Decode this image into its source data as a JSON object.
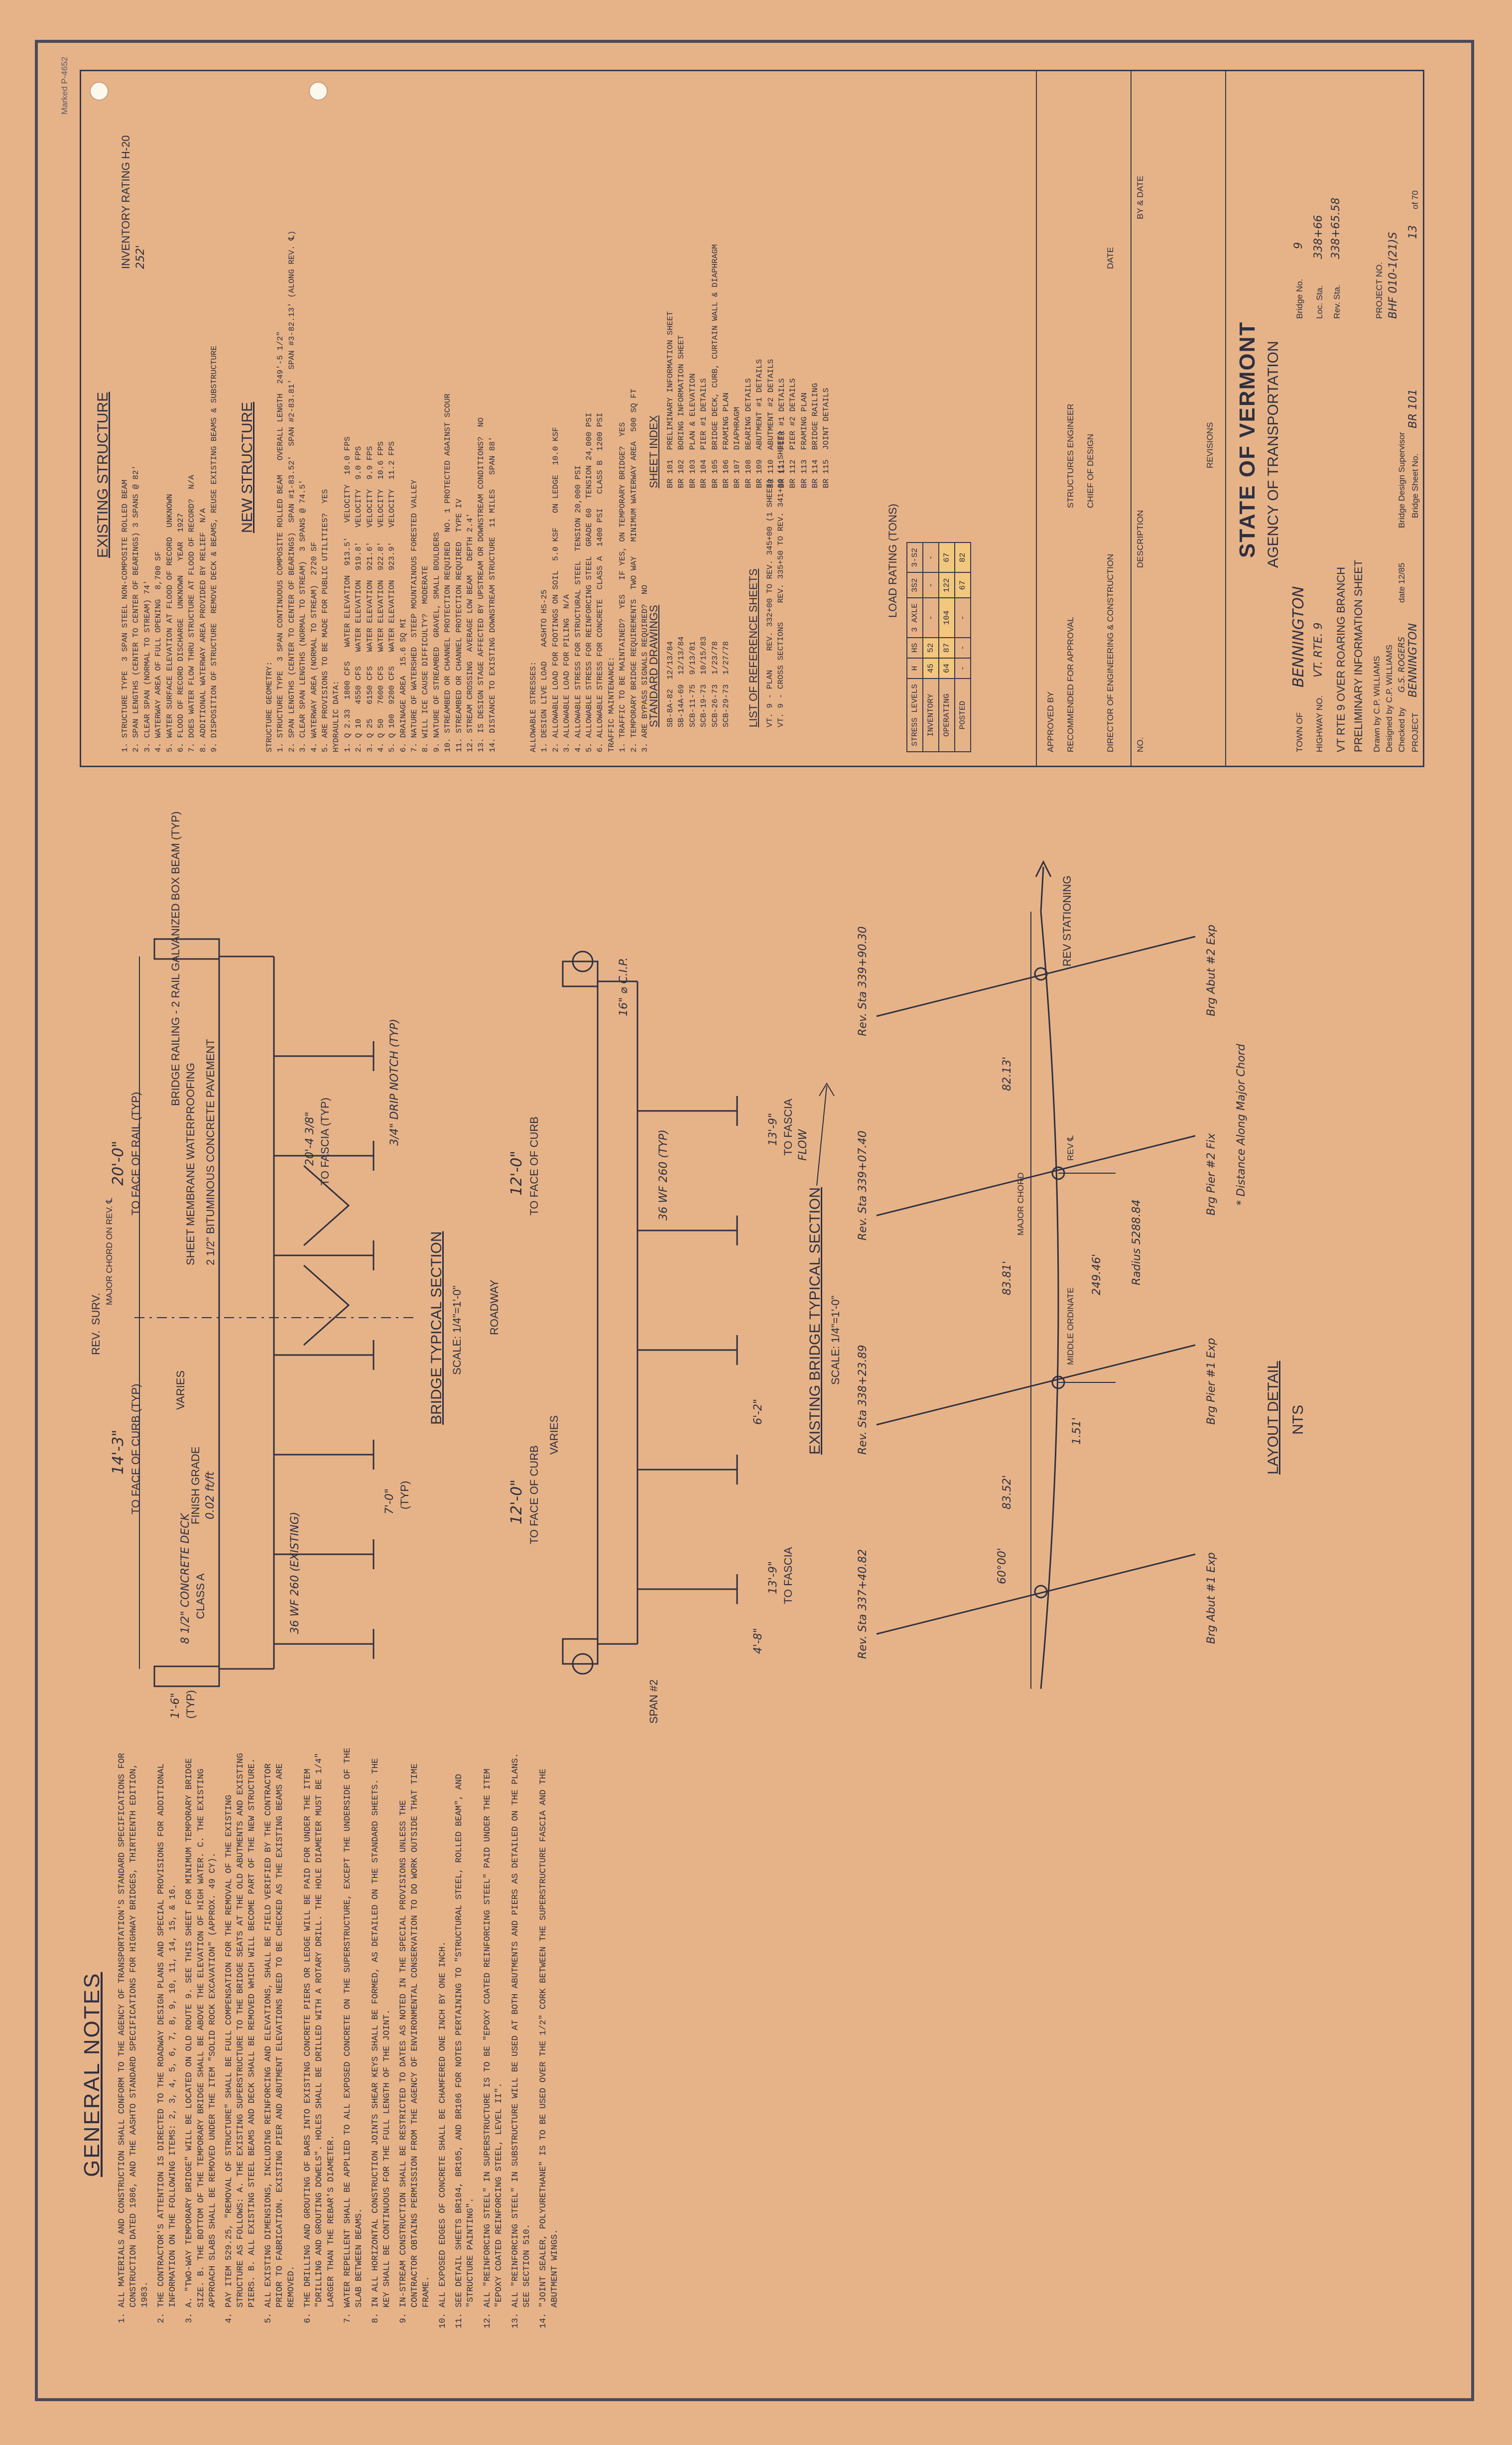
{
  "general_notes": {
    "title": "GENERAL NOTES",
    "items": [
      "ALL MATERIALS AND CONSTRUCTION SHALL CONFORM TO THE AGENCY OF TRANSPORTATION'S STANDARD SPECIFICATIONS FOR CONSTRUCTION DATED 1986, AND THE AASHTO STANDARD SPECIFICATIONS FOR HIGHWAY BRIDGES, THIRTEENTH EDITION, 1983.",
      "THE CONTRACTOR'S ATTENTION IS DIRECTED TO THE ROADWAY DESIGN PLANS AND SPECIAL PROVISIONS FOR ADDITIONAL INFORMATION ON THE FOLLOWING ITEMS: 2, 3, 4, 5, 6, 7, 8, 9, 10, 11, 14, 15, & 16.",
      "A. \"TWO-WAY TEMPORARY BRIDGE\" WILL BE LOCATED ON OLD ROUTE 9. SEE THIS SHEET FOR MINIMUM TEMPORARY BRIDGE SIZE. B. THE BOTTOM OF THE TEMPORARY BRIDGE SHALL BE ABOVE THE ELEVATION OF HIGH WATER. C. THE EXISTING APPROACH SLABS SHALL BE REMOVED UNDER THE ITEM \"SOLID ROCK EXCAVATION\" (APPROX. 49 CY).",
      "PAY ITEM 529.25, \"REMOVAL OF STRUCTURE\" SHALL BE FULL COMPENSATION FOR THE REMOVAL OF THE EXISTING STRUCTURE AS FOLLOWS: A. THE EXISTING SUPERSTRUCTURE TO THE BRIDGE SEATS AT THE OLD ABUTMENTS AND EXISTING PIERS. B. ALL EXISTING STEEL BEAMS AND DECK SHALL BE REMOVED WHICH WILL BECOME PART OF THE NEW STRUCTURE.",
      "ALL EXISTING DIMENSIONS, INCLUDING REINFORCING AND ELEVATIONS, SHALL BE FIELD VERIFIED BY THE CONTRACTOR PRIOR TO FABRICATION. EXISTING PIER AND ABUTMENT ELEVATIONS NEED TO BE CHECKED AS THE EXISTING BEAMS ARE REMOVED.",
      "THE DRILLING AND GROUTING OF BARS INTO EXISTING CONCRETE PIERS OR LEDGE WILL BE PAID FOR UNDER THE ITEM \"DRILLING AND GROUTING DOWELS\". HOLES SHALL BE DRILLED WITH A ROTARY DRILL. THE HOLE DIAMETER MUST BE 1/4\" LARGER THAN THE REBAR'S DIAMETER.",
      "WATER REPELLENT SHALL BE APPLIED TO ALL EXPOSED CONCRETE ON THE SUPERSTRUCTURE, EXCEPT THE UNDERSIDE OF THE SLAB BETWEEN BEAMS.",
      "IN ALL HORIZONTAL CONSTRUCTION JOINTS SHEAR KEYS SHALL BE FORMED, AS DETAILED ON THE STANDARD SHEETS. THE KEY SHALL BE CONTINUOUS FOR THE FULL LENGTH OF THE JOINT.",
      "IN-STREAM CONSTRUCTION SHALL BE RESTRICTED TO DATES AS NOTED IN THE SPECIAL PROVISIONS UNLESS THE CONTRACTOR OBTAINS PERMISSION FROM THE AGENCY OF ENVIRONMENTAL CONSERVATION TO DO WORK OUTSIDE THAT TIME FRAME.",
      "ALL EXPOSED EDGES OF CONCRETE SHALL BE CHAMFERED ONE INCH BY ONE INCH.",
      "SEE DETAIL SHEETS BR104, BR105, AND BR106 FOR NOTES PERTAINING TO \"STRUCTURAL STEEL, ROLLED BEAM\", AND \"STRUCTURE PAINTING\".",
      "ALL \"REINFORCING STEEL\" IN SUPERSTRUCTURE IS TO BE \"EPOXY COATED REINFORCING STEEL\" PAID UNDER THE ITEM \"EPOXY COATED REINFORCING STEEL, LEVEL II\".",
      "ALL \"REINFORCING STEEL\" IN SUBSTRUCTURE WILL BE USED AT BOTH ABUTMENTS AND PIERS AS DETAILED ON THE PLANS. SEE SECTION 510.",
      "\"JOINT SEALER, POLYURETHANE\" IS TO BE USED OVER THE 1/2\" CORK BETWEEN THE SUPERSTRUCTURE FASCIA AND THE ABUTMENT WINGS."
    ]
  },
  "typical_section": {
    "title": "BRIDGE TYPICAL SECTION",
    "scale": "SCALE: 1/4\"=1'-0\"",
    "labels": {
      "curb_width": "14'-3\"",
      "to_curb": "TO FACE OF CURB (TYP)",
      "to_rail": "TO FACE OF RAIL (TYP)",
      "rail_width": "20'-0\"",
      "fascia": "20'-4 3/8\"",
      "to_fascia": "TO FASCIA (TYP)",
      "varies": "VARIES",
      "rev": "REV.",
      "surv": "SURV.",
      "major_chord": "MAJOR CHORD ON REV. ℄",
      "finish_grade": "FINISH GRADE",
      "slope": "0.02 ft/ft",
      "deck": "8 1/2\" CONCRETE DECK",
      "class_a": "CLASS A",
      "membrane": "SHEET MEMBRANE WATERPROOFING",
      "pavement": "2 1/2\" BITUMINOUS CONCRETE PAVEMENT",
      "beam": "36 WF 260 (EXISTING)",
      "rail": "BRIDGE RAILING - 2 RAIL GALVANIZED BOX BEAM (TYP)",
      "drip": "3/4\" DRIP NOTCH (TYP)",
      "spacing": "7'-0\"",
      "spacing_typ": "(TYP)",
      "dim_1_6": "1'-6\"",
      "dim_1_6_typ": "(TYP)"
    }
  },
  "existing_section": {
    "title": "EXISTING BRIDGE TYPICAL SECTION",
    "scale": "SCALE: 1/4\"=1'-0\"",
    "labels": {
      "roadway": "ROADWAY",
      "face_curb_left": "TO FACE OF CURB",
      "face_curb_right": "TO FACE OF CURB",
      "left_dim": "12'-0\"",
      "right_dim": "12'-0\"",
      "varies": "VARIES",
      "span2": "SPAN #2",
      "fascia_left": "TO FASCIA",
      "fascia_right": "TO FASCIA",
      "fascia_dim_left": "13'-9\"",
      "fascia_dim_right": "13'-9\"",
      "beam": "36 WF 260 (TYP)",
      "spacing": "6'-2\"",
      "span_48": "4'-8\"",
      "cip": "16\" ⌀ C.I.P."
    }
  },
  "layout_detail": {
    "title": "LAYOUT DETAIL",
    "subtitle": "NTS",
    "labels": {
      "flow": "FLOW",
      "rev_stationing": "REV STATIONING",
      "rev_sta_1": "Rev. Sta 337+40.82",
      "rev_sta_2": "Rev. Sta 338+23.89",
      "rev_sta_3": "Rev. Sta 339+07.40",
      "rev_sta_4": "Rev. Sta 339+90.30",
      "abut1": "Brg Abut #1 Exp",
      "pier1": "Brg Pier #1 Exp",
      "pier2": "Brg Pier #2 Fix",
      "abut2": "Brg Abut #2 Exp",
      "d1": "83.52'",
      "d2": "83.81'",
      "d3": "82.13'",
      "total": "249.46'",
      "radius": "Radius 5288.84",
      "angle": "60°00'",
      "offset": "1.51'",
      "middle_ordinate": "MIDDLE ORDINATE",
      "major_chord": "MAJOR CHORD",
      "rev_cl": "REV ℄",
      "note": "* Distance Along Major Chord",
      "asterisk": "*"
    }
  },
  "existing_structure": {
    "title": "EXISTING STRUCTURE",
    "lines": [
      "1. STRUCTURE TYPE  3 SPAN STEEL NON-COMPOSITE ROLLED BEAM",
      "2. SPAN LENGTHS (CENTER TO CENTER OF BEARINGS) 3 SPANS @ 82'",
      "3. CLEAR SPAN (NORMAL TO STREAM) 74'",
      "4. WATERWAY AREA OF FULL OPENING  8,700 SF",
      "5. WATER SURFACE ELEVATION AT FLOOD OF RECORD  UNKNOWN",
      "6. FLOOD OF RECORD DISCHARGE  UNKNOWN   YEAR  1927",
      "7. DOES WATER FLOW THRU STRUCTURE AT FLOOD OF RECORD?  N/A",
      "8. ADDITIONAL WATERWAY AREA PROVIDED BY RELIEF  N/A",
      "9. DISPOSITION OF STRUCTURE  REMOVE DECK & BEAMS, REUSE EXISTING BEAMS & SUBSTRUCTURE"
    ],
    "overall_length": "INVENTORY RATING  H-20",
    "length_value": "252'"
  },
  "new_structure": {
    "title": "NEW STRUCTURE",
    "lines": [
      "STRUCTURE GEOMETRY:",
      "1. STRUCTURE TYPE  3 SPAN CONTINUOUS COMPOSITE ROLLED BEAM   OVERALL LENGTH  249'-5 1/2\"",
      "2. SPAN LENGTHS (CENTER TO CENTER OF BEARINGS)  SPAN #1-83.52'  SPAN #2-83.81'  SPAN #3-82.13' (ALONG REV. ℄)",
      "3. CLEAR SPAN LENGTHS (NORMAL TO STREAM)  3 SPANS @ 74.5'",
      "4. WATERWAY AREA (NORMAL TO STREAM)  2720 SF",
      "5. ARE PROVISIONS TO BE MADE FOR PUBLIC UTILITIES?  YES",
      "HYDRAULIC DATA:",
      "1. Q 2.33  1800 CFS   WATER ELEVATION  913.5'   VELOCITY  10.0 FPS",
      "2. Q 10   4550 CFS   WATER ELEVATION  919.8'   VELOCITY  9.0 FPS",
      "3. Q 25   6150 CFS   WATER ELEVATION  921.6'   VELOCITY  9.9 FPS",
      "4. Q 50   7600 CFS   WATER ELEVATION  922.8'   VELOCITY  10.6 FPS",
      "5. Q 100  9200 CFS   WATER ELEVATION  923.9'   VELOCITY  11.2 FPS",
      "6. DRAINAGE AREA  15.6 SQ MI",
      "7. NATURE OF WATERSHED  STEEP MOUNTAINOUS FORESTED VALLEY",
      "8. WILL ICE CAUSE DIFFICULTY?  MODERATE",
      "9. NATURE OF STREAMBED  GRAVEL, SMALL BOULDERS",
      "10. STREAMBED OR CHANNEL PROTECTION REQUIRED  NO. 1 PROTECTED AGAINST SCOUR",
      "11. STREAMBED OR CHANNEL PROTECTION REQUIRED  TYPE IV",
      "12. STREAM CROSSING  AVERAGE LOW BEAM   DEPTH 2.4'",
      "13. IS DESIGN STAGE AFFECTED BY UPSTREAM OR DOWNSTREAM CONDITIONS?  NO",
      "14. DISTANCE TO EXISTING DOWNSTREAM STRUCTURE  11 MILES   SPAN 88'"
    ]
  },
  "stresses": {
    "lines": [
      "ALLOWABLE STRESSES:",
      "1. DESIGN LIVE LOAD   AASHTO HS-25",
      "2. ALLOWABLE LOAD FOR FOOTINGS ON SOIL  5.0 KSF   ON LEDGE  10.0 KSF",
      "3. ALLOWABLE LOAD FOR PILING  N/A",
      "4. ALLOWABLE STRESS FOR STRUCTURAL STEEL  TENSION 20,000 PSI",
      "5. ALLOWABLE STRESS FOR REINFORCING STEEL  GRADE 60  TENSION 24,000 PSI",
      "6. ALLOWABLE STRESS FOR CONCRETE  CLASS A  1400 PSI   CLASS B  1200 PSI",
      "TRAFFIC MAINTENANCE:",
      "1. TRAFFIC TO BE MAINTAINED?  YES   IF YES, ON TEMPORARY BRIDGE?  YES",
      "2. TEMPORARY BRIDGE REQUIREMENTS  TWO WAY   MINIMUM WATERWAY AREA  500 SQ FT",
      "3. ARE BYPASS SIGNALS REQUIRED?  NO"
    ]
  },
  "standard_drawings": {
    "title": "STANDARD DRAWINGS",
    "items": [
      "SB-8A-82  12/13/84",
      "SB-14A-69  12/13/84",
      "SCB-11-75  9/13/81",
      "SCB-19-73  10/15/83",
      "SCB-26-73  1/23/78",
      "SCB-29-73  1/27/78"
    ]
  },
  "sheet_index": {
    "title": "SHEET INDEX",
    "items": [
      "BR 101  PRELIMINARY INFORMATION SHEET",
      "BR 102  BORING INFORMATION SHEET",
      "BR 103  PLAN & ELEVATION",
      "BR 104  PIER #1 DETAILS",
      "BR 105  BRIDGE DECK, CURB, CURTAIN WALL & DIAPHRAGM",
      "BR 106  FRAMING PLAN",
      "BR 107  DIAPHRAGM",
      "BR 108  BEARING DETAILS",
      "BR 109  ABUTMENT #1 DETAILS",
      "BR 110  ABUTMENT #2 DETAILS",
      "BR 111  PIER #1 DETAILS",
      "BR 112  PIER #2 DETAILS",
      "BR 113  FRAMING PLAN",
      "BR 114  BRIDGE RAILING",
      "BR 115  JOINT DETAILS"
    ]
  },
  "reference_sheets": {
    "title": "LIST OF REFERENCE SHEETS",
    "items": [
      "VT. 9 - PLAN    REV. 332+00 TO REV. 345+00 (1 SHEET)",
      "VT. 9 - CROSS SECTIONS    REV. 335+50 TO REV. 341+00 (1 SHEET)"
    ]
  },
  "load_rating": {
    "title": "LOAD RATING (TONS)",
    "headers": [
      "STRESS LEVELS",
      "H",
      "HS",
      "3 AXLE",
      "3S2",
      "3-S2"
    ],
    "rows": [
      [
        "INVENTORY",
        "45",
        "52",
        "-",
        "-",
        "-"
      ],
      [
        "OPERATING",
        "64",
        "87",
        "104",
        "122",
        "67"
      ],
      [
        "POSTED",
        "-",
        "-",
        "-",
        "67",
        "82"
      ]
    ]
  },
  "revisions": {
    "headers": [
      "NO.",
      "DESCRIPTION",
      "BY & DATE"
    ],
    "title": "REVISIONS"
  },
  "approvals": {
    "approved_by": "APPROVED BY",
    "recommended": "RECOMMENDED FOR APPROVAL",
    "structures_engineer": "STRUCTURES ENGINEER",
    "chief_design": "CHIEF OF DESIGN",
    "director": "DIRECTOR OF ENGINEERING & CONSTRUCTION",
    "date": "DATE"
  },
  "title_block": {
    "agency": "STATE OF VERMONT",
    "agency_sub": "AGENCY OF TRANSPORTATION",
    "town_label": "TOWN OF",
    "town": "BENNINGTON",
    "bridge_no_label": "Bridge No.",
    "bridge_no": "9",
    "highway_label": "HIGHWAY NO.",
    "highway": "VT. RTE. 9",
    "loc_label": "Loc. Sta.",
    "loc": "338+66",
    "rev_sta_label": "Rev. Sta.",
    "rev_sta": "338+65.58",
    "description_1": "VT RTE 9 OVER ROARING BRANCH",
    "description_2": "PRELIMINARY INFORMATION SHEET",
    "drawn": "Drawn by C.P. WILLIAMS",
    "designed": "Designed by C.P. WILLIAMS",
    "checked": "Checked by",
    "checker": "G.S. ROGERS",
    "checker_date": "date 12/85",
    "supervisor": "Bridge Design Supervisor",
    "project_label": "PROJECT",
    "project": "BENNINGTON",
    "project_no_label": "PROJECT NO.",
    "project_no": "BHF 010-1(21)S",
    "sheet_label": "Bridge Sheet No.",
    "sheet": "BR 101",
    "sheet_count": "13",
    "sheet_of": "of 70"
  },
  "stamp": "Marked P-4652"
}
